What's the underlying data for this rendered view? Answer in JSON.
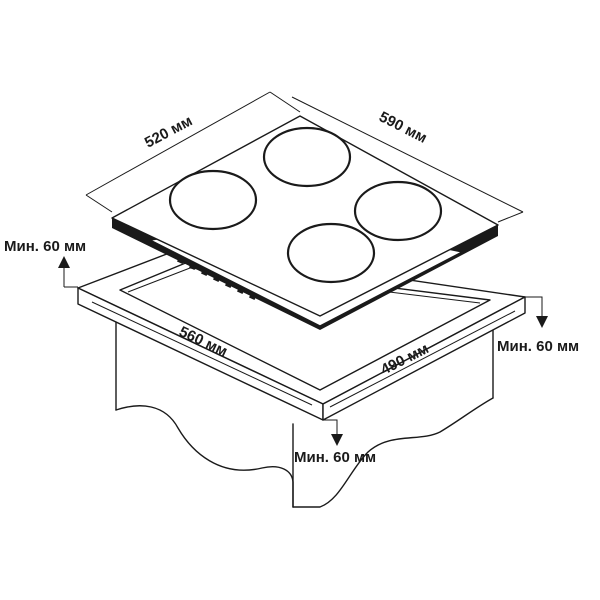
{
  "labels": {
    "hob_depth": "520 мм",
    "hob_width": "590 мм",
    "cutout_width": "560 мм",
    "cutout_depth": "490 мм",
    "min_back": "Мин. 60 мм",
    "min_side": "Мин. 60 мм",
    "min_front": "Мин. 60 мм"
  },
  "colors": {
    "line": "#1a1a1a",
    "background": "#ffffff"
  }
}
